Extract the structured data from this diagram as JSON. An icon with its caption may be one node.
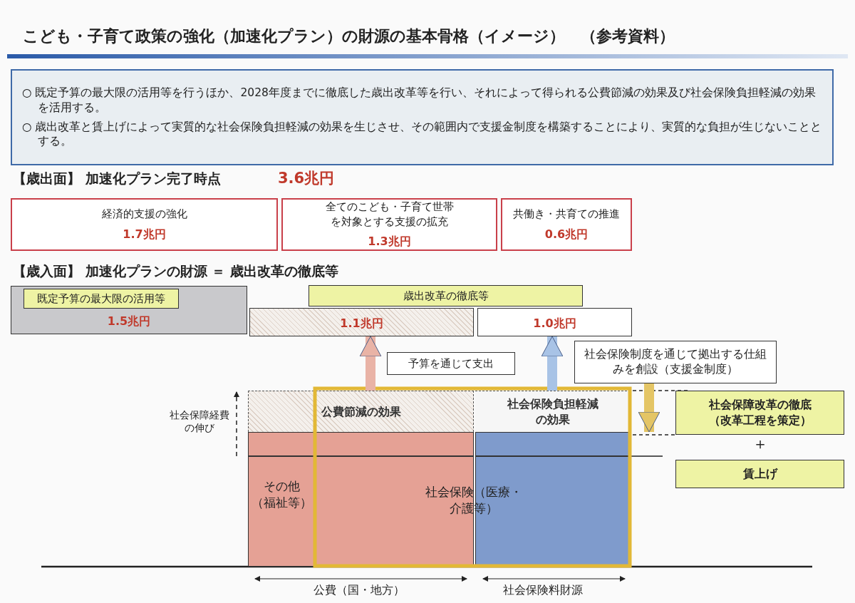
{
  "diagram": {
    "title": "こども・子育て政策の強化（加速化プラン）の財源の基本骨格（イメージ）　（参考資料）",
    "nodes": [
      {
        "text": [
          "○ 既定予算の最大限の活用等を行うほか、2028年度までに徹底した歳出改革等を行い、それによって得られる公費節減の効果及び社会保険負担軽減の効果を活用する。",
          "○ 歳出改革と賃上げによって実質的な社会保険負担軽減の効果を生じさせ、その範囲内で支援金制度を構築することにより、実質的な負担が生じないこととする。"
        ]
      },
      {
        "text": [
          "経済的支援の強化",
          "1.7兆円"
        ]
      },
      {
        "text": [
          "全てのこども・子育て世帯を対象とする支援の拡充",
          "1.3兆円"
        ]
      },
      {
        "text": [
          "共働き・共育ての推進",
          "0.6兆円"
        ]
      },
      {
        "text": [
          "既定予算の最大限の活用等",
          "1.5兆円"
        ]
      },
      {
        "text": [
          "1.1兆円"
        ]
      },
      {
        "text": [
          "1.0兆円"
        ]
      },
      {
        "text": [
          "歳出改革の徹底等"
        ]
      },
      {
        "text": [
          "予算を通じて支出"
        ]
      },
      {
        "text": [
          "社会保険制度を通じて拠出する仕組みを創設（支援金制度）"
        ]
      },
      {
        "text": [
          "公費節減の効果"
        ]
      },
      {
        "text": [
          "社会保険負担軽減の効果"
        ]
      },
      {
        "text": [
          "社会保障改革の徹底",
          "（**改革工程**を策定）"
        ]
      },
      {
        "text": [
          "賃上げ"
        ]
      },
      {
        "text": [
          "その他（福祉等）"
        ]
      },
      {
        "text": [
          "社会保険（医療・介護等）"
        ]
      },
      {
        "text": [],
        "shape": "box"
      },
      {
        "text": [],
        "shape": "box"
      },
      {
        "text": [],
        "shape": "box"
      }
    ],
    "edges": [
      {
        "from": 10,
        "to": 5,
        "arrow": "to",
        "color": "#e9b3a6"
      },
      {
        "from": 11,
        "to": 6,
        "arrow": "to",
        "color": "#a8c3e6"
      },
      {
        "from": 9,
        "to": 17,
        "arrow": "to",
        "color": "#e4c565"
      }
    ],
    "labels": [
      "【歳出面】 加速化プラン完了時点",
      "3.6兆円",
      "【歳入面】 加速化プランの財源 ＝ 歳出改革の徹底等",
      "社会保障経費の伸び",
      "＋",
      "公費（国・地方）",
      "社会保険料財源"
    ]
  }
}
